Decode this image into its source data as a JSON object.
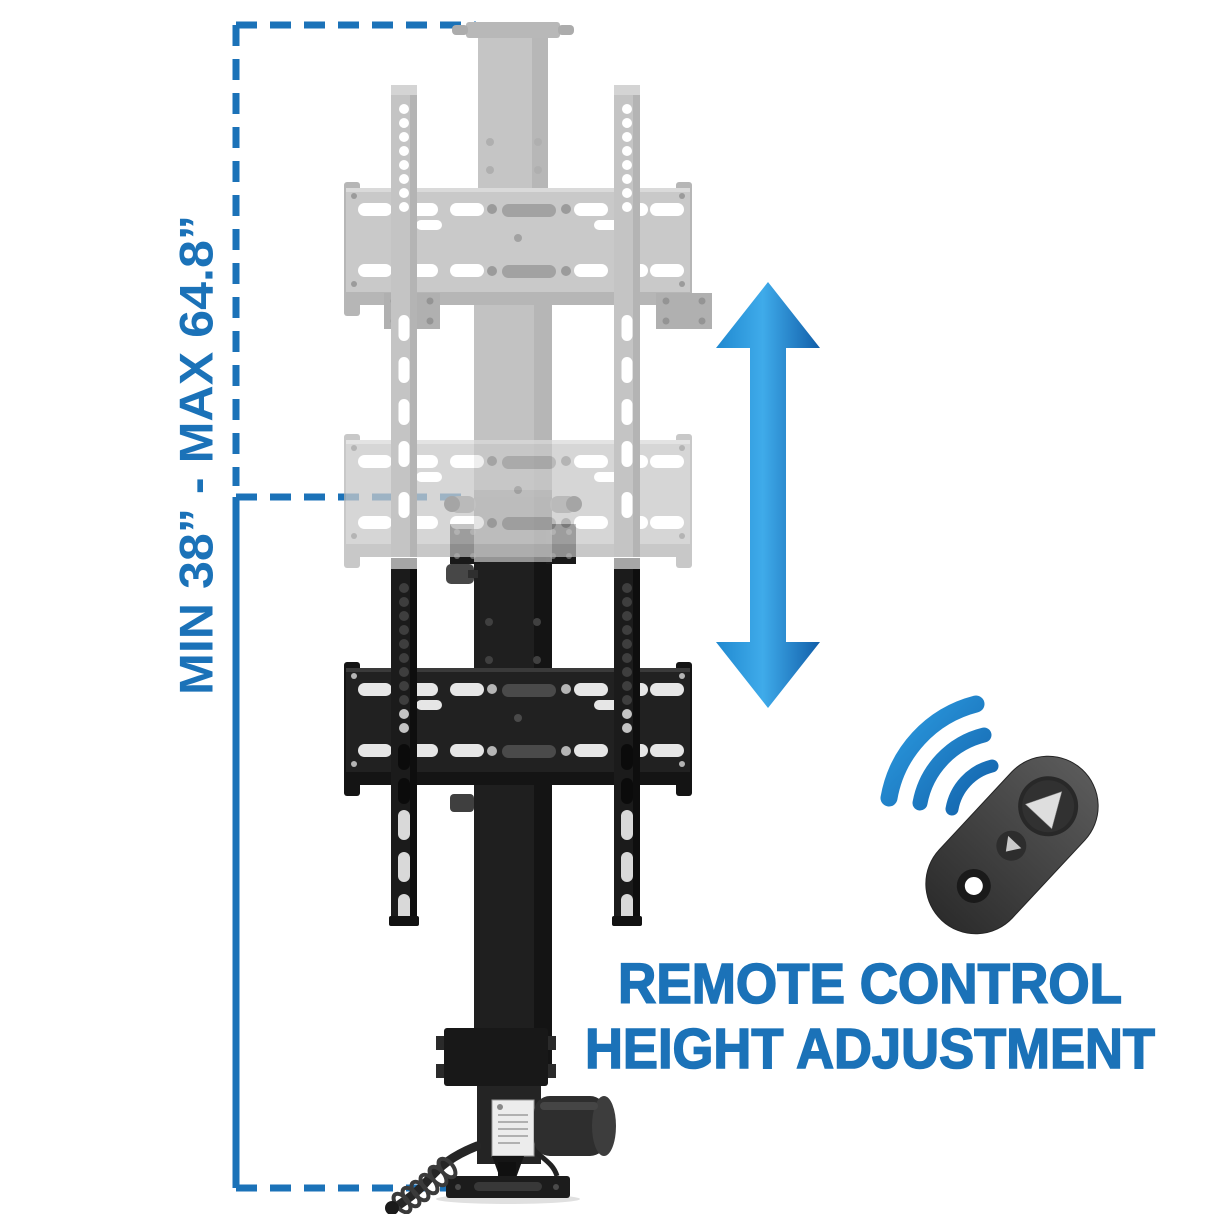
{
  "figure": {
    "height_range_label": "MIN 38” - MAX 64.8”",
    "caption_line1": "REMOTE CONTROL",
    "caption_line2": "HEIGHT ADJUSTMENT"
  },
  "colors": {
    "annotation_blue": "#1b72b8",
    "arrow_light_blue": "#3fabea",
    "arrow_dark_blue": "#115ea9",
    "ghost_gray": "#c9c9c9",
    "mount_black": "#212121",
    "remote_body_gray": "#4a4a4a",
    "background": "#ffffff"
  }
}
